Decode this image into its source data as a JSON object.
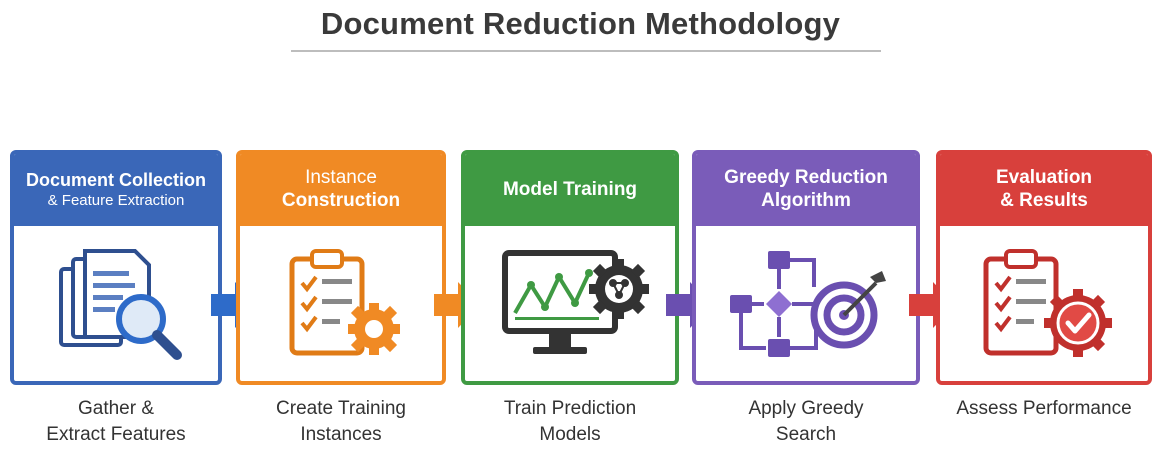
{
  "title": "Document Reduction Methodology",
  "colors": {
    "blue": "#3a67b8",
    "orange": "#f08a24",
    "green": "#3f9a43",
    "purple": "#7a5cb9",
    "red": "#d8403c"
  },
  "steps": [
    {
      "header_line1": "Document Collection",
      "header_line2": "& Feature Extraction",
      "caption_line1": "Gather &",
      "caption_line2": "Extract Features",
      "icon": "document-magnifier-icon"
    },
    {
      "header_line1": "Instance",
      "header_line2": "Construction",
      "caption_line1": "Create Training",
      "caption_line2": "Instances",
      "icon": "clipboard-gear-icon"
    },
    {
      "header_line1": "Model Training",
      "header_line2": "",
      "caption_line1": "Train Prediction",
      "caption_line2": "Models",
      "icon": "monitor-chart-gear-icon"
    },
    {
      "header_line1": "Greedy Reduction",
      "header_line2": "Algorithm",
      "caption_line1": "Apply Greedy",
      "caption_line2": "Search",
      "icon": "flowchart-target-icon"
    },
    {
      "header_line1": "Evaluation",
      "header_line2": "& Results",
      "caption_line1": "Assess Performance",
      "caption_line2": "",
      "icon": "clipboard-check-icon"
    }
  ]
}
